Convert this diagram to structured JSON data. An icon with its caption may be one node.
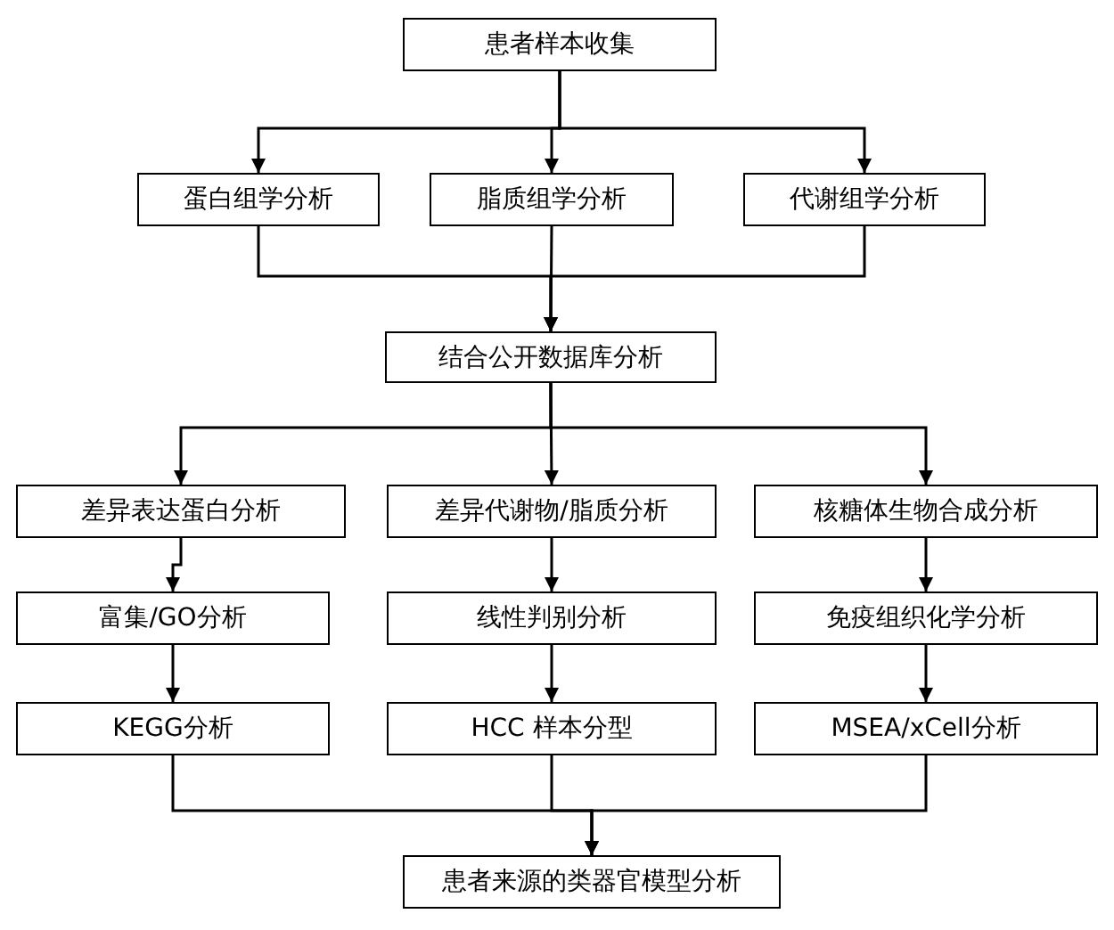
{
  "diagram": {
    "nodes": [
      {
        "text": [
          "患者样本收集"
        ]
      },
      {
        "text": [
          "蛋白组学分析"
        ]
      },
      {
        "text": [
          "脂质组学分析"
        ]
      },
      {
        "text": [
          "代谢组学分析"
        ]
      },
      {
        "text": [
          "结合公开数据库分析"
        ]
      },
      {
        "text": [
          "差异表达蛋白分析"
        ]
      },
      {
        "text": [
          "差异代谢物/脂质分析"
        ]
      },
      {
        "text": [
          "核糖体生物合成分析"
        ]
      },
      {
        "text": [
          "富集/GO分析"
        ]
      },
      {
        "text": [
          "线性判别分析"
        ]
      },
      {
        "text": [
          "免疫组织化学分析"
        ]
      },
      {
        "text": [
          "KEGG分析"
        ]
      },
      {
        "text": [
          "HCC 样本分型"
        ]
      },
      {
        "text": [
          "MSEA/xCell分析"
        ]
      },
      {
        "text": [
          "患者来源的类器官模型分析"
        ]
      }
    ],
    "edges": [
      {
        "from": 0,
        "to": 1,
        "arrow": "to"
      },
      {
        "from": 0,
        "to": 2,
        "arrow": "to"
      },
      {
        "from": 0,
        "to": 3,
        "arrow": "to"
      },
      {
        "from": 1,
        "to": 4,
        "arrow": "to"
      },
      {
        "from": 2,
        "to": 4,
        "arrow": "to"
      },
      {
        "from": 3,
        "to": 4,
        "arrow": "to"
      },
      {
        "from": 4,
        "to": 5,
        "arrow": "to"
      },
      {
        "from": 4,
        "to": 6,
        "arrow": "to"
      },
      {
        "from": 4,
        "to": 7,
        "arrow": "to"
      },
      {
        "from": 5,
        "to": 8,
        "arrow": "to"
      },
      {
        "from": 8,
        "to": 11,
        "arrow": "to"
      },
      {
        "from": 6,
        "to": 9,
        "arrow": "to"
      },
      {
        "from": 9,
        "to": 12,
        "arrow": "to"
      },
      {
        "from": 7,
        "to": 10,
        "arrow": "to"
      },
      {
        "from": 10,
        "to": 13,
        "arrow": "to"
      },
      {
        "from": 11,
        "to": 14,
        "arrow": "to"
      },
      {
        "from": 12,
        "to": 14,
        "arrow": "to"
      },
      {
        "from": 13,
        "to": 14,
        "arrow": "to"
      }
    ]
  }
}
